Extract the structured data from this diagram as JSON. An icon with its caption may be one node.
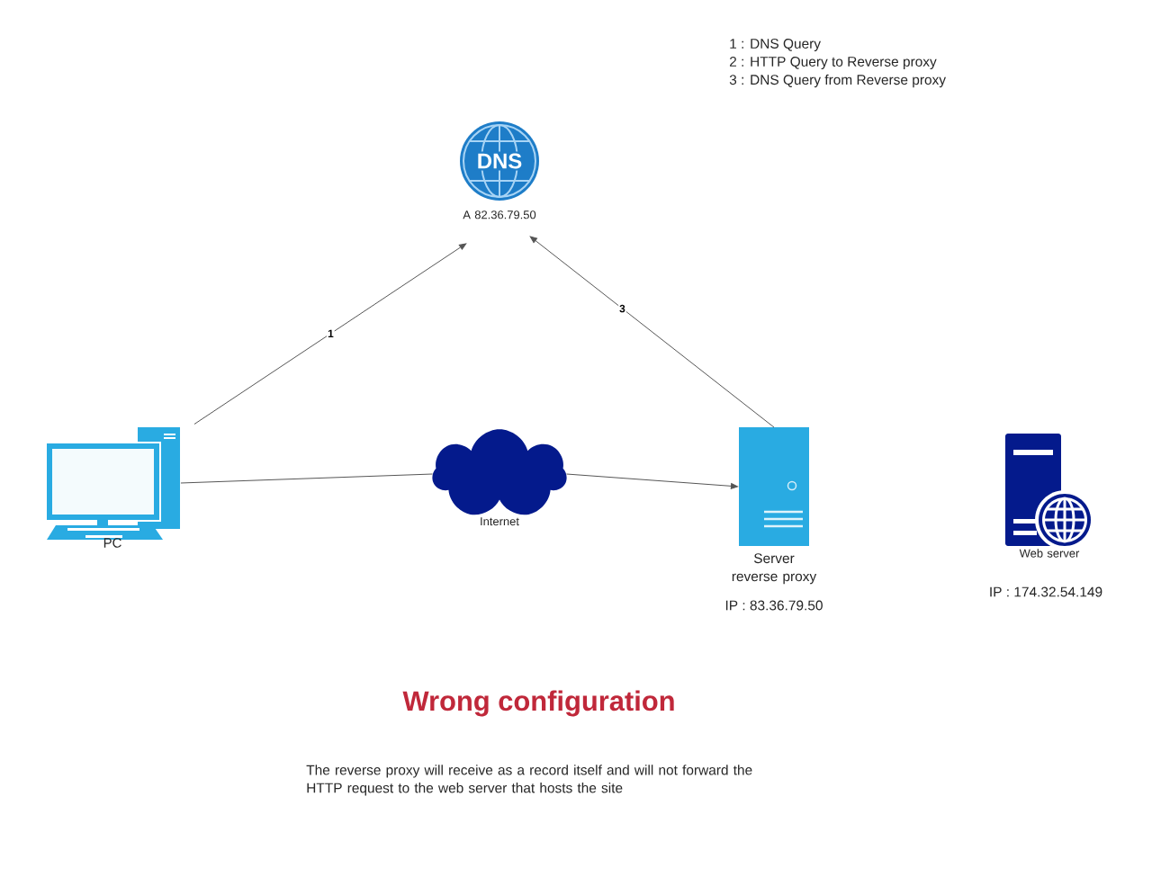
{
  "diagram": {
    "title": "Wrong configuration",
    "caption": "The reverse proxy will receive as a record itself and will not forward the HTTP request to the web server that hosts the site",
    "nodes": [
      {
        "text": [
          "DNS",
          "A 82.36.79.50"
        ]
      },
      {
        "text": [
          "PC"
        ]
      },
      {
        "text": [
          "Internet"
        ]
      },
      {
        "text": [
          "Server reverse proxy"
        ],
        "beside": [
          "IP : 83.36.79.50"
        ]
      },
      {
        "text": [
          "Web server"
        ],
        "beside": [
          "IP : 174.32.54.149"
        ]
      }
    ],
    "edges": [
      {
        "from": 1,
        "to": 0,
        "arrow": "to",
        "label": "1"
      },
      {
        "from": 1,
        "to": 2,
        "arrow": "none"
      },
      {
        "from": 2,
        "to": 3,
        "arrow": "to"
      },
      {
        "from": 3,
        "to": 0,
        "arrow": "to",
        "label": "3"
      }
    ],
    "labels": [
      "1 : DNS Query",
      "2 : HTTP Query to Reverse proxy",
      "3 : DNS Query from Reverse proxy"
    ]
  }
}
